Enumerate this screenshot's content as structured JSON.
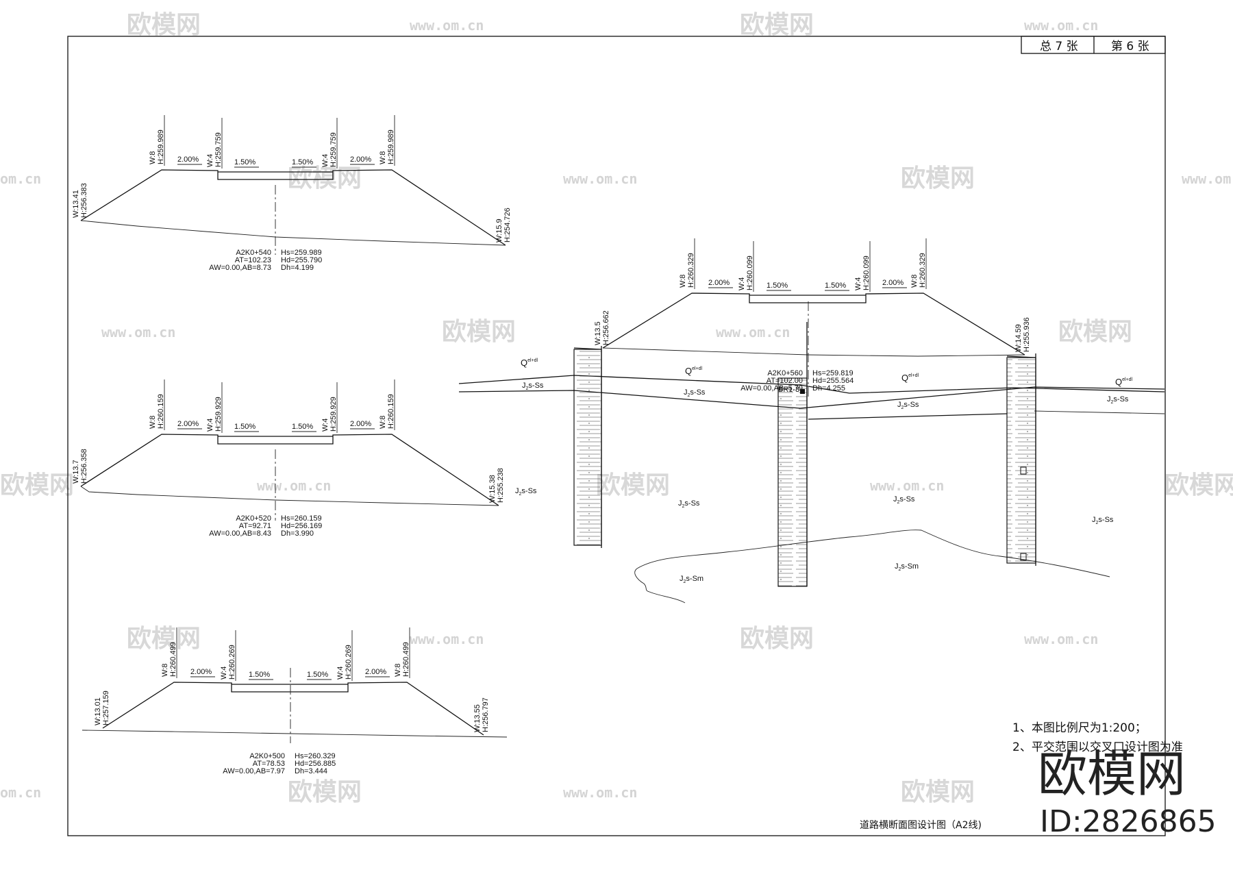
{
  "sheet": {
    "total": "总 7 张",
    "current": "第 6 张"
  },
  "drawing_title": "道路横断面图设计图（A2线)",
  "notes": [
    "1、本图比例尺为1:200；",
    "2、平交范围以交叉口设计图为准"
  ],
  "watermark": {
    "brand": "欧模网",
    "url": "www.om.cn",
    "url_partial": "om.cn",
    "id": "ID:2826865"
  },
  "sections": [
    {
      "id": "k540",
      "labels": {
        "lw": "W:8",
        "lh": "H:259.989",
        "iw": "W:4",
        "ih": "H:259.759",
        "irw": "W:4",
        "irh": "H:259.759",
        "rw": "W:8",
        "rh": "H:259.989"
      },
      "slopes": {
        "o1": "2.00%",
        "i1": "1.50%",
        "i2": "1.50%",
        "o2": "2.00%"
      },
      "toes": {
        "lw": "W:13.41",
        "lh": "H:256.383",
        "rw": "W:15.9",
        "rh": "H:254.726"
      },
      "info": {
        "sta": "A2K0+540",
        "at": "AT=102.23",
        "ab": "AW=0.00,AB=8.73",
        "hs": "Hs=259.989",
        "hd": "Hd=255.790",
        "dh": "Dh=4.199"
      }
    },
    {
      "id": "k520",
      "labels": {
        "lw": "W:8",
        "lh": "H:260.159",
        "iw": "W:4",
        "ih": "H:259.929",
        "irw": "W:4",
        "irh": "H:259.929",
        "rw": "W:8",
        "rh": "H:260.159"
      },
      "slopes": {
        "o1": "2.00%",
        "i1": "1.50%",
        "i2": "1.50%",
        "o2": "2.00%"
      },
      "toes": {
        "lw": "W:13.7",
        "lh": "H:256.358",
        "rw": "W:15.38",
        "rh": "H:255.238"
      },
      "info": {
        "sta": "A2K0+520",
        "at": "AT=92.71",
        "ab": "AW=0.00,AB=8.43",
        "hs": "Hs=260.159",
        "hd": "Hd=256.169",
        "dh": "Dh=3.990"
      }
    },
    {
      "id": "k500",
      "labels": {
        "lw": "W:8",
        "lh": "H:260.499",
        "iw": "W:4",
        "ih": "H:260.269",
        "irw": "W:4",
        "irh": "H:260.269",
        "rw": "W:8",
        "rh": "H:260.499"
      },
      "slopes": {
        "o1": "2.00%",
        "i1": "1.50%",
        "i2": "1.50%",
        "o2": "2.00%"
      },
      "toes": {
        "lw": "W:13.01",
        "lh": "H:257.159",
        "rw": "W:13.55",
        "rh": "H:256.797"
      },
      "info": {
        "sta": "A2K0+500",
        "at": "AT=78.53",
        "ab": "AW=0.00,AB=7.97",
        "hs": "Hs=260.329",
        "hd": "Hd=256.885",
        "dh": "Dh=3.444"
      }
    },
    {
      "id": "k560",
      "labels": {
        "lw": "W:8",
        "lh": "H:260.329",
        "iw": "W:4",
        "ih": "H:260.099",
        "irw": "W:4",
        "irh": "H:260.099",
        "rw": "W:8",
        "rh": "H:260.329"
      },
      "slopes": {
        "o1": "2.00%",
        "i1": "1.50%",
        "i2": "1.50%",
        "o2": "2.00%"
      },
      "toes": {
        "lw": "W:13.5",
        "lh": "H:256.662",
        "rw": "W:14.59",
        "rh": "H:255.936"
      },
      "info": {
        "sta": "A2K0+560",
        "at": "AT=102.00",
        "ab": "AW=0.00,AB=5.79",
        "hs": "Hs=259.819",
        "hd": "Hd=255.564",
        "dh": "Dh=4.255"
      }
    }
  ],
  "geology": {
    "q": "Q",
    "q_sup": "el+dl",
    "j2": "J",
    "j2_sub": "2",
    "ss": "s-Ss",
    "sm": "s-Sm",
    "borehole": "BR1-3"
  }
}
